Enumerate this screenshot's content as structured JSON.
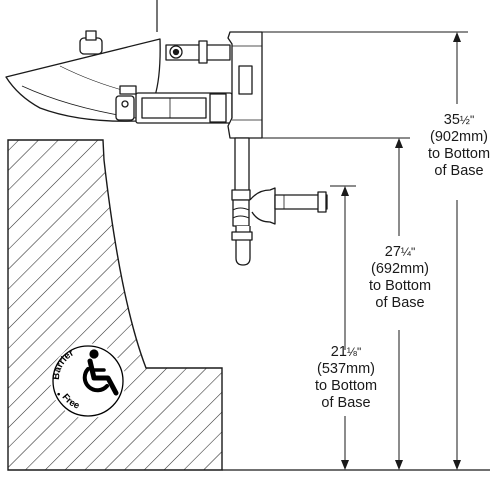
{
  "dimensions": [
    {
      "id": "d1",
      "value_main": "35",
      "value_frac": "½",
      "value_unit": "\"",
      "metric": "(902mm)",
      "line3": "to Bottom",
      "line4": "of Base"
    },
    {
      "id": "d2",
      "value_main": "27",
      "value_frac": "¼",
      "value_unit": "\"",
      "metric": "(692mm)",
      "line3": "to Bottom",
      "line4": "of Base"
    },
    {
      "id": "d3",
      "value_main": "21",
      "value_frac": "⅛",
      "value_unit": "\"",
      "metric": "(537mm)",
      "line3": "to Bottom",
      "line4": "of Base"
    }
  ],
  "badge": {
    "word1": "Barrier",
    "sep": "•",
    "word2": "Free",
    "icon": "wheelchair-icon"
  },
  "colors": {
    "line": "#1a1a1a",
    "hatch": "#2a2a2a",
    "background": "#ffffff"
  }
}
